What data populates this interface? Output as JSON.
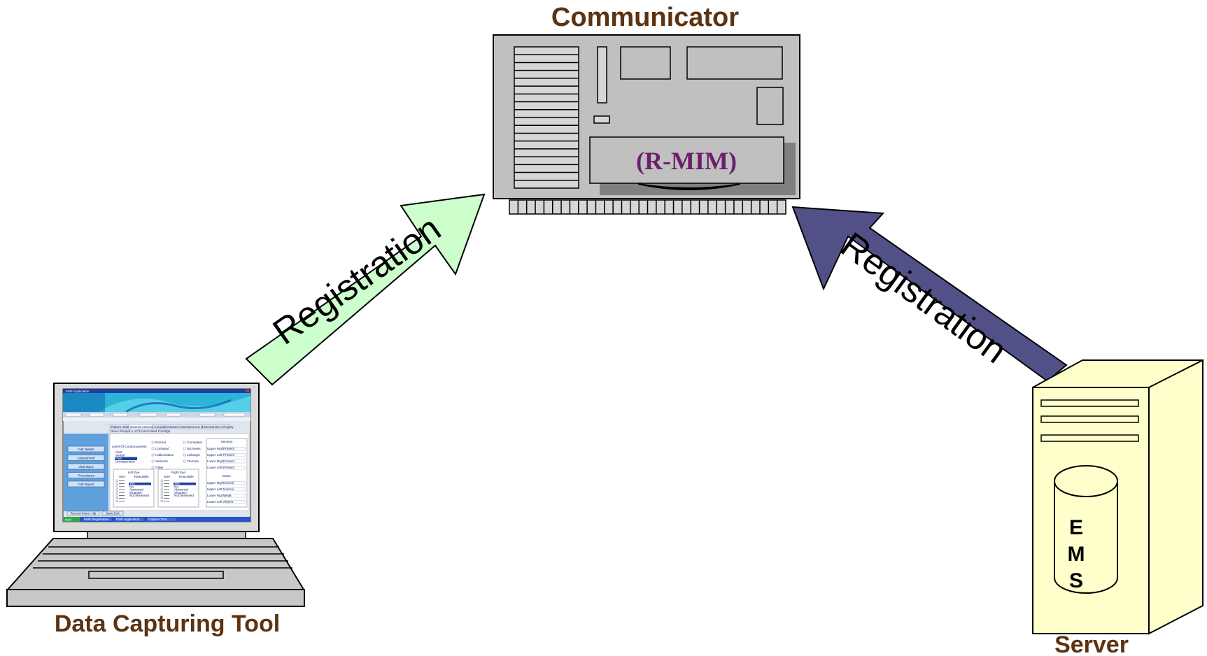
{
  "nodes": {
    "communicator": {
      "label": "Communicator",
      "module": "(R-MIM)"
    },
    "laptop": {
      "label": "Data Capturing Tool",
      "screen": {
        "window_title": "EMS Application",
        "tabs": [
          "Patient History",
          "General Assessment",
          "Complaint based Assessment & History",
          "Mechanism Of Injury"
        ],
        "subtabs": [
          "Neuro Response",
          "A.V.P.U.",
          "Associated Findings"
        ],
        "sidebar_buttons": [
          "Call Details",
          "Assessment",
          "Vital Signs",
          "Procedures",
          "Call Report"
        ],
        "sections": {
          "loc": "Level Of Consciousness",
          "left_eye": "Left Eye",
          "right_eye": "Right Eye",
          "sensory": "Sensory",
          "motor": "Motor"
        },
        "column_headers": [
          "Size",
          "Reactable"
        ],
        "pupil_options": [
          "Yes",
          "No",
          "Abnormal",
          "Sluggish",
          "Not assessed"
        ],
        "loc_options": [
          "Alert",
          "Verbal",
          "Pain",
          "Unresponsive"
        ],
        "checks_mid": [
          "Normal",
          "Confused",
          "Hallucination",
          "Seizures",
          "Other"
        ],
        "checks_right": [
          "Combative",
          "Dizziness",
          "Lethargic",
          "Tremors"
        ],
        "limb_labels": [
          "Upper Right",
          "Upper Left",
          "Lower Right",
          "Lower Left"
        ],
        "sensory_values": [
          "Present",
          "Present",
          "Present",
          "Present"
        ],
        "motor_values": [
          "Normal",
          "Normal",
          "Weak",
          "Absent"
        ],
        "bottom_buttons": [
          "Record Interv. Hip",
          "Save Exit"
        ],
        "taskbar_start": "start",
        "taskbar_items": [
          "EMS Registration",
          "EMS Application",
          "Capture Tool"
        ]
      }
    },
    "server": {
      "label": "Server",
      "db_letters": [
        "E",
        "M",
        "S"
      ]
    }
  },
  "arrows": {
    "left": {
      "label": "Registration",
      "fill": "#ccffcc"
    },
    "right": {
      "label": "Registration",
      "fill": "#515188"
    }
  },
  "colors": {
    "label_brown": "#5c3311",
    "server_body": "#ffffcc",
    "box_gray": "#c0c0c0"
  }
}
